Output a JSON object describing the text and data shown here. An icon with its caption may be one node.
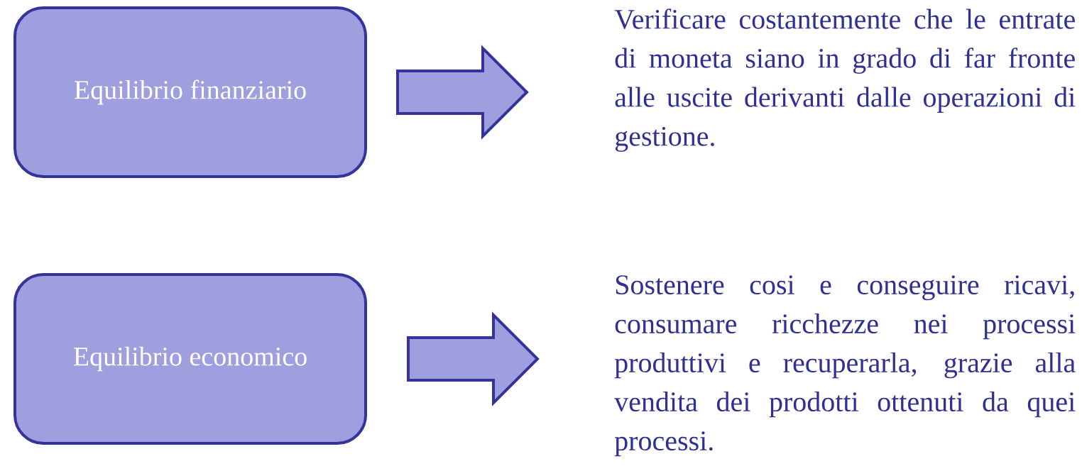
{
  "diagram": {
    "nodes": [
      {
        "text": [
          "Equilibrio finanziario"
        ]
      },
      {
        "text": [
          "Verificare costantemente che le entrate di moneta siano in grado di far fronte alle uscite derivanti dalle operazioni di gestione."
        ]
      },
      {
        "text": [
          "Equilibrio economico"
        ]
      },
      {
        "text": [
          "Sostenere cosi e conseguire ricavi, consumare ricchezze nei processi produttivi e recuperarla, grazie alla vendita dei prodotti ottenuti da quei processi."
        ]
      }
    ],
    "edges": [
      {
        "from": 0,
        "to": 1,
        "arrow": "to"
      },
      {
        "from": 2,
        "to": 3,
        "arrow": "to"
      }
    ]
  }
}
